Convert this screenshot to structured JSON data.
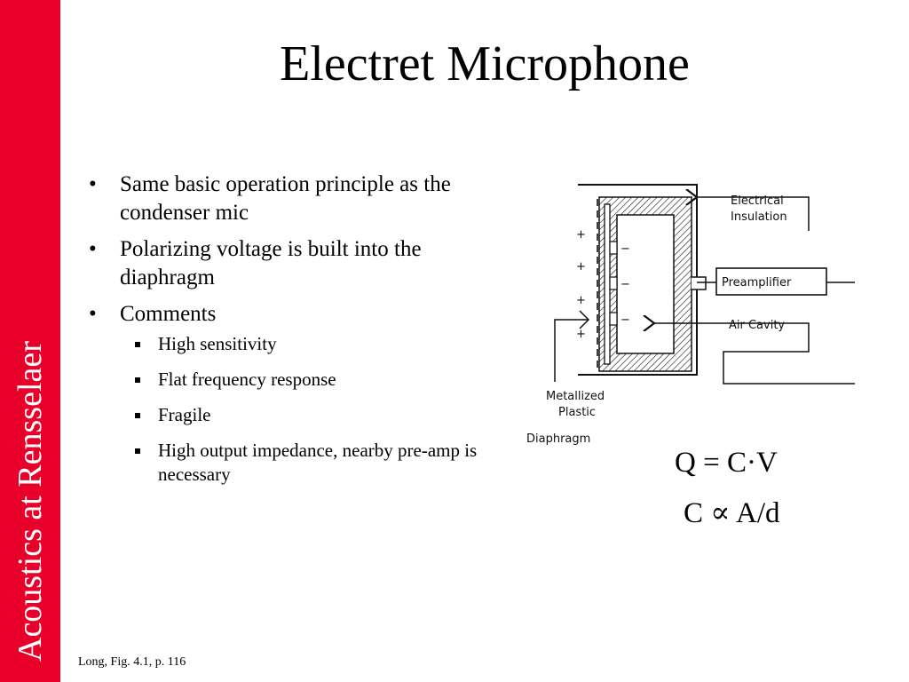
{
  "slide": {
    "title": "Electret Microphone",
    "sidebar_text": "Acoustics at Rensselaer",
    "bullets": [
      {
        "text": "Same basic operation principle as the condenser mic"
      },
      {
        "text": "Polarizing voltage is built into the diaphragm"
      },
      {
        "text": "Comments"
      }
    ],
    "sub_bullets": [
      "High sensitivity",
      "Flat frequency response",
      "Fragile",
      "High output impedance, nearby pre-amp is necessary"
    ],
    "equations": {
      "charge": "Q = C·V",
      "capacitance": "C ∝ A/d"
    },
    "footnote": "Long, Fig. 4.1, p. 116"
  },
  "diagram": {
    "labels": {
      "electrical_insulation_1": "Electrical",
      "electrical_insulation_2": "Insulation",
      "preamplifier": "Preamplifier",
      "air_cavity": "Air Cavity",
      "diaphragm_1": "Metallized",
      "diaphragm_2": "Plastic",
      "diaphragm_3": "Diaphragm"
    },
    "plus_sign": "+",
    "minus_sign": "−"
  },
  "colors": {
    "sidebar": "#e8002a",
    "text": "#000000",
    "background": "#ffffff"
  }
}
